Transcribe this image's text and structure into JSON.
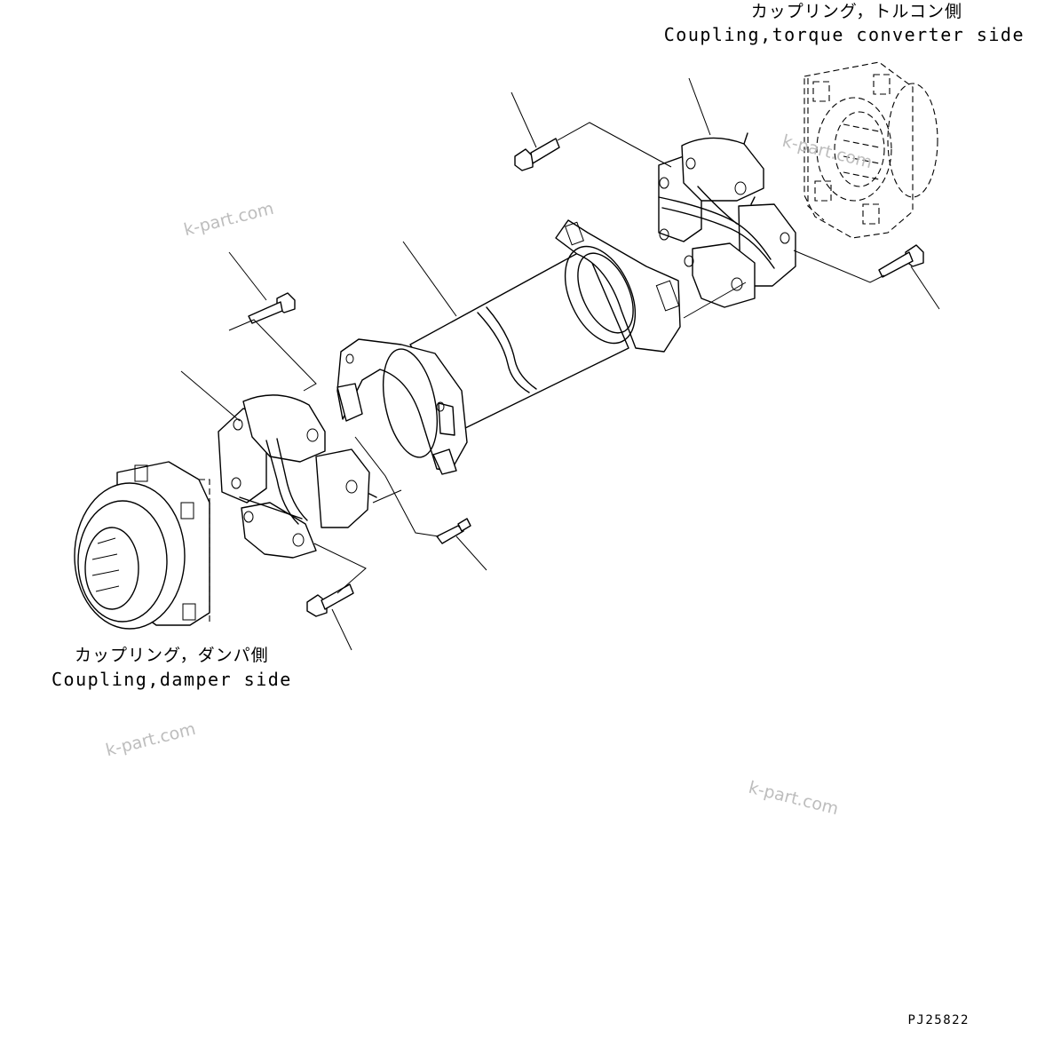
{
  "labels": {
    "torque_converter_side_jp": "カップリング，トルコン側",
    "torque_converter_side_en": "Coupling,torque converter side",
    "damper_side_jp": "カップリング，ダンパ側",
    "damper_side_en": "Coupling,damper side"
  },
  "figure_code": "PJ25822",
  "watermarks": [
    "k-part.com",
    "k-part.com",
    "k-part.com",
    "k-part.com"
  ]
}
